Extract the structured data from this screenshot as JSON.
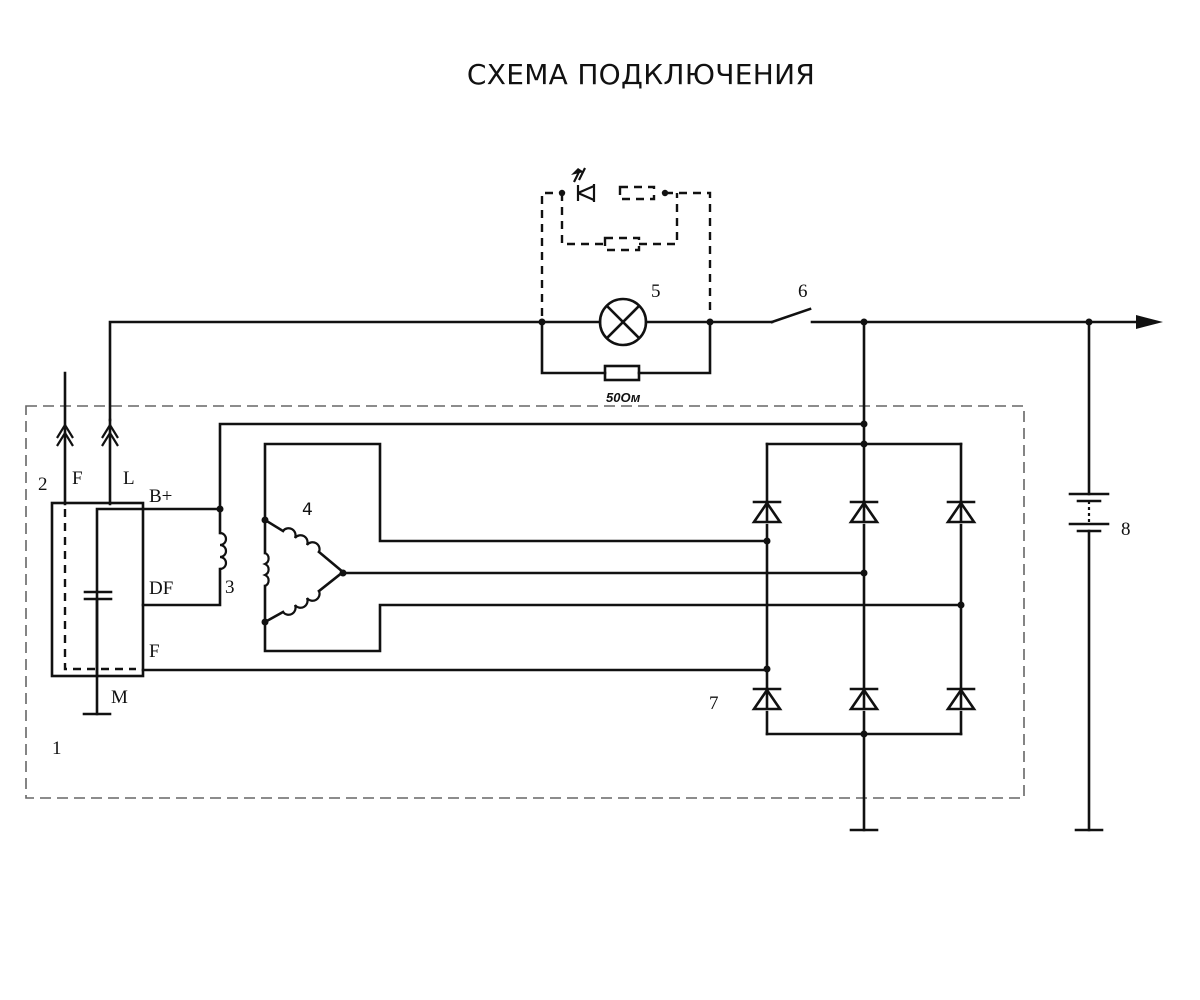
{
  "title": "СХЕМА ПОДКЛЮЧЕНИЯ",
  "labels": {
    "regulator": "1",
    "connector": "2",
    "excitation_winding": "3",
    "stator_winding": "4",
    "indicator_lamp": "5",
    "ignition_switch": "6",
    "rectifier_bridge": "7",
    "battery": "8"
  },
  "terminals": {
    "f_top": "F",
    "l_top": "L",
    "b_plus": "B+",
    "df": "DF",
    "f_side": "F",
    "m": "M"
  },
  "resistor": {
    "value": "50Ом"
  },
  "icons": {
    "lamp": "lamp-cross-icon",
    "switch": "switch-open-icon",
    "diode": "diode-icon",
    "battery": "battery-icon",
    "ground": "ground-icon",
    "output_arrow": "arrow-right-icon",
    "led": "led-icon"
  }
}
